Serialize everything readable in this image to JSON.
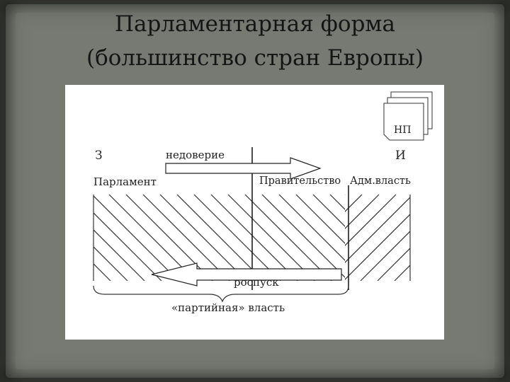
{
  "title_line1": "Парламентарная форма",
  "title_line2": "(большинство стран Европы)",
  "diagram": {
    "label_z": "З",
    "label_i": "И",
    "label_nedoverie": "недоверие",
    "label_parliament": "Парламент",
    "label_government": "Правительство",
    "label_admin": "Адм.власть",
    "label_rospusk": "роспуск",
    "label_party_power": "«партийная» власть",
    "label_npa": "НП"
  }
}
